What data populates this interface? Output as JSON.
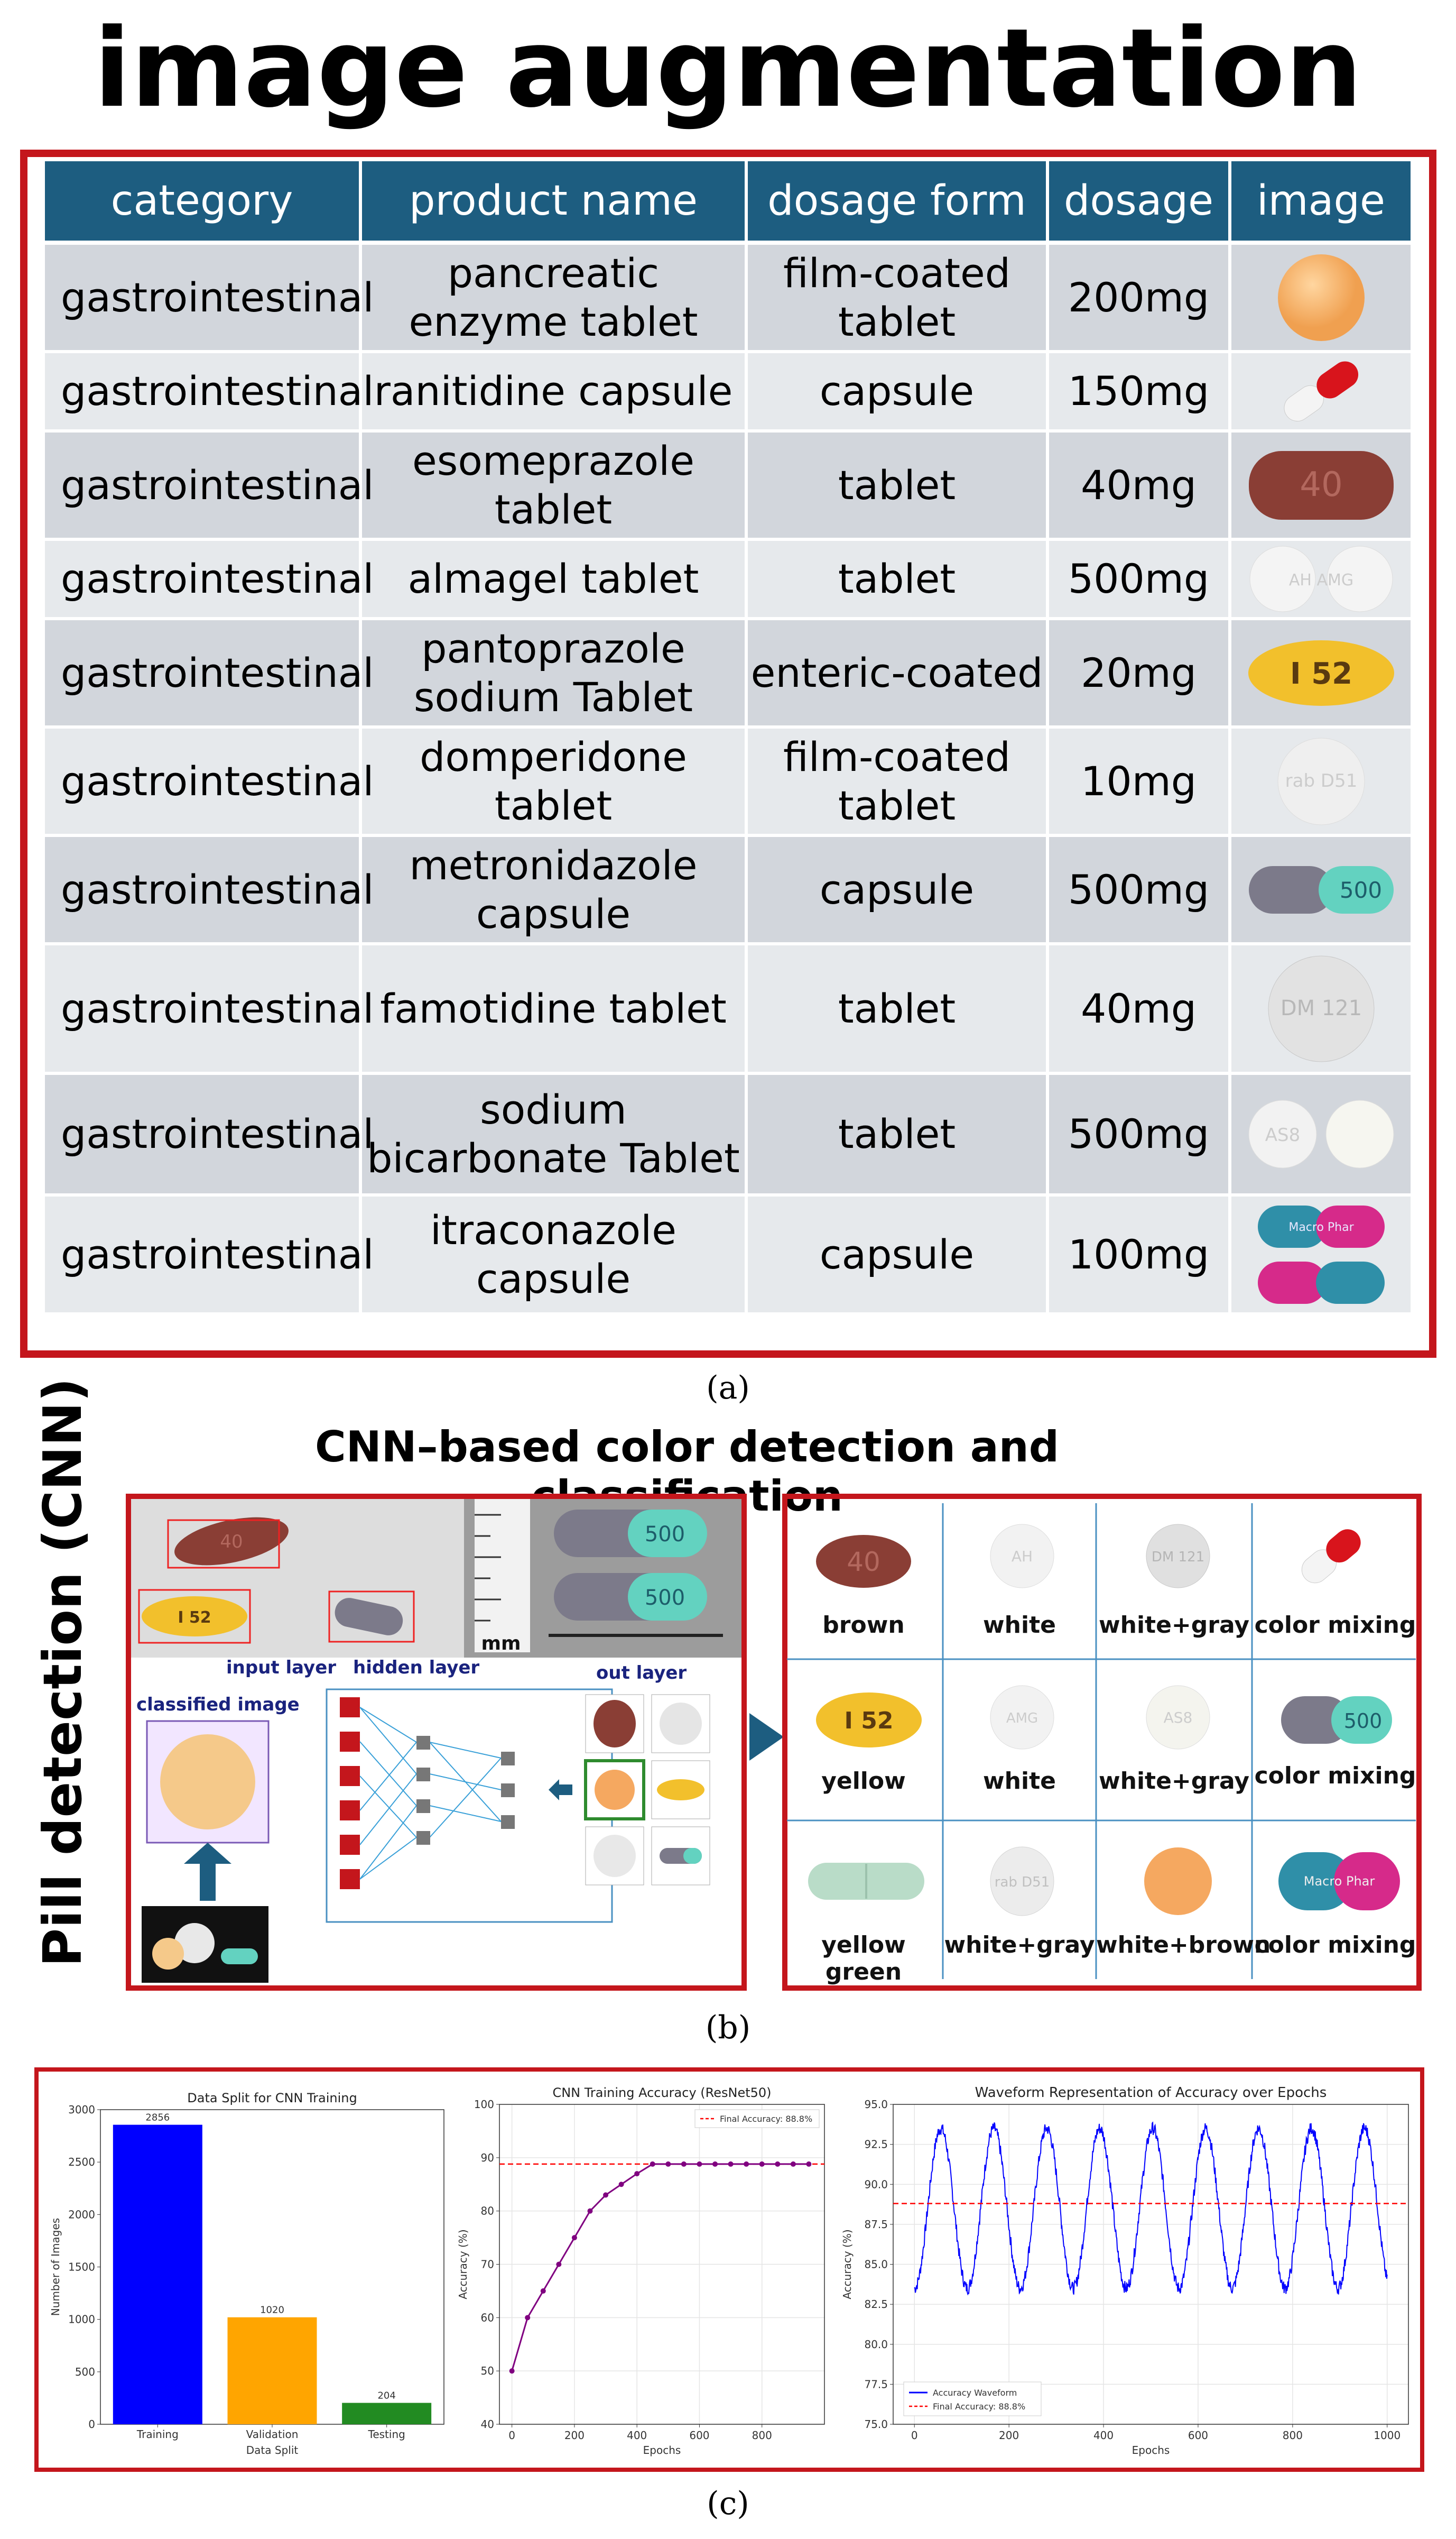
{
  "panel_a": {
    "title": "image augmentation",
    "headers": [
      "category",
      "product name",
      "dosage form",
      "dosage",
      "image"
    ],
    "rows": [
      {
        "category": "gastrointestinal",
        "product": "pancreatic enzyme tablet",
        "form": "film-coated tablet",
        "dosage": "200mg",
        "pill": "orange-round-pill"
      },
      {
        "category": "gastrointestinal",
        "product": "ranitidine capsule",
        "form": "capsule",
        "dosage": "150mg",
        "pill": "red-white-capsule"
      },
      {
        "category": "gastrointestinal",
        "product": "esomeprazole tablet",
        "form": "tablet",
        "dosage": "40mg",
        "pill": "brown-oval-pill",
        "imprint": "40"
      },
      {
        "category": "gastrointestinal",
        "product": "almagel tablet",
        "form": "tablet",
        "dosage": "500mg",
        "pill": "white-round-pills",
        "imprint": "AH AMG"
      },
      {
        "category": "gastrointestinal",
        "product": "pantoprazole sodium Tablet",
        "form": "enteric-coated",
        "dosage": "20mg",
        "pill": "yellow-oval-pill",
        "imprint": "I 52"
      },
      {
        "category": "gastrointestinal",
        "product": "domperidone tablet",
        "form": "film-coated tablet",
        "dosage": "10mg",
        "pill": "white-round-pill",
        "imprint": "rab D51"
      },
      {
        "category": "gastrointestinal",
        "product": "metronidazole capsule",
        "form": "capsule",
        "dosage": "500mg",
        "pill": "gray-teal-capsule",
        "imprint": "500"
      },
      {
        "category": "gastrointestinal",
        "product": "famotidine tablet",
        "form": "tablet",
        "dosage": "40mg",
        "pill": "white-gray-round-pill",
        "imprint": "DM 121"
      },
      {
        "category": "gastrointestinal",
        "product": "sodium bicarbonate Tablet",
        "form": "tablet",
        "dosage": "500mg",
        "pill": "white-round-pills",
        "imprint": "AS8"
      },
      {
        "category": "gastrointestinal",
        "product": "itraconazole capsule",
        "form": "capsule",
        "dosage": "100mg",
        "pill": "teal-pink-capsules",
        "imprint": "Macro Phar"
      }
    ],
    "caption": "(a)"
  },
  "panel_b": {
    "title": "CNN–based color detection and classification",
    "side_label": "Pill detection (CNN)",
    "labels": {
      "input_layer": "input layer",
      "hidden_layer": "hidden layer",
      "out_layer": "out layer",
      "classified_image": "classified image",
      "mm": "mm",
      "capsule_imprint": "500",
      "yellow_imprint": "I 52",
      "brown_imprint": "40",
      "gauge": "500"
    },
    "color_grid": [
      {
        "label": "brown",
        "pill": "brown-oval-pill",
        "imprint": "40"
      },
      {
        "label": "white",
        "pill": "white-round-pill",
        "imprint": "AH"
      },
      {
        "label": "white+gray",
        "pill": "white-gray-round-pill",
        "imprint": "DM 121"
      },
      {
        "label": "color mixing",
        "pill": "red-white-capsule"
      },
      {
        "label": "yellow",
        "pill": "yellow-oval-pill",
        "imprint": "I 52"
      },
      {
        "label": "white",
        "pill": "white-round-pill",
        "imprint": "AMG"
      },
      {
        "label": "white+gray",
        "pill": "white-round-pill",
        "imprint": "AS8"
      },
      {
        "label": "color mixing",
        "pill": "gray-teal-capsule",
        "imprint": "500"
      },
      {
        "label": "yellow green",
        "pill": "green-oblong-pill"
      },
      {
        "label": "white+gray",
        "pill": "white-round-pill",
        "imprint": "rab D51"
      },
      {
        "label": "white+brown",
        "pill": "orange-round-pill"
      },
      {
        "label": "color mixing",
        "pill": "teal-pink-capsule",
        "imprint": "Macro Phar"
      }
    ],
    "caption": "(b)"
  },
  "panel_c": {
    "caption": "(c)"
  },
  "chart_data": [
    {
      "type": "bar",
      "title": "Data Split for CNN Training",
      "xlabel": "Data Split",
      "ylabel": "Number of Images",
      "categories": [
        "Training",
        "Validation",
        "Testing"
      ],
      "values": [
        2856,
        1020,
        204
      ],
      "value_labels": [
        "2856",
        "1020",
        "204"
      ],
      "colors": [
        "#0000ff",
        "#ffa500",
        "#228b22"
      ],
      "ylim": [
        0,
        3000
      ],
      "yticks": [
        0,
        500,
        1000,
        1500,
        2000,
        2500,
        3000
      ]
    },
    {
      "type": "line",
      "title": "CNN Training Accuracy (ResNet50)",
      "xlabel": "Epochs",
      "ylabel": "Accuracy (%)",
      "x": [
        0,
        50,
        100,
        150,
        200,
        250,
        300,
        350,
        400,
        450,
        500,
        550,
        600,
        650,
        700,
        750,
        800,
        850,
        900,
        950
      ],
      "series": [
        {
          "values": [
            50,
            60,
            65,
            70,
            75,
            80,
            83,
            85,
            87,
            88.8,
            88.8,
            88.8,
            88.8,
            88.8,
            88.8,
            88.8,
            88.8,
            88.8,
            88.8,
            88.8
          ],
          "color": "#800080"
        }
      ],
      "reference_line": {
        "y": 88.8,
        "label": "Final Accuracy: 88.8%",
        "color": "#ff0000"
      },
      "xlim": [
        -40,
        1000
      ],
      "ylim": [
        40,
        100
      ],
      "xticks": [
        0,
        200,
        400,
        600,
        800
      ],
      "yticks": [
        40,
        50,
        60,
        70,
        80,
        90,
        100
      ],
      "grid": true,
      "legend": "top-right"
    },
    {
      "type": "line",
      "title": "Waveform Representation of Accuracy over Epochs",
      "xlabel": "Epochs",
      "ylabel": "Accuracy (%)",
      "series": [
        {
          "name": "Accuracy Waveform",
          "color": "#0000ff",
          "center": 88.5,
          "amplitude": 5,
          "period": 112,
          "noise": 0.4
        }
      ],
      "reference_line": {
        "y": 88.8,
        "label": "Final Accuracy: 88.8%",
        "color": "#ff0000"
      },
      "xlim": [
        -45,
        1045
      ],
      "ylim": [
        75,
        95
      ],
      "xticks": [
        0,
        200,
        400,
        600,
        800,
        1000
      ],
      "yticks": [
        75.0,
        77.5,
        80.0,
        82.5,
        85.0,
        87.5,
        90.0,
        92.5,
        95.0
      ],
      "ytick_labels": [
        "75.0",
        "77.5",
        "80.0",
        "82.5",
        "85.0",
        "87.5",
        "90.0",
        "92.5",
        "95.0"
      ],
      "grid": true,
      "legend": "bottom-left"
    }
  ]
}
